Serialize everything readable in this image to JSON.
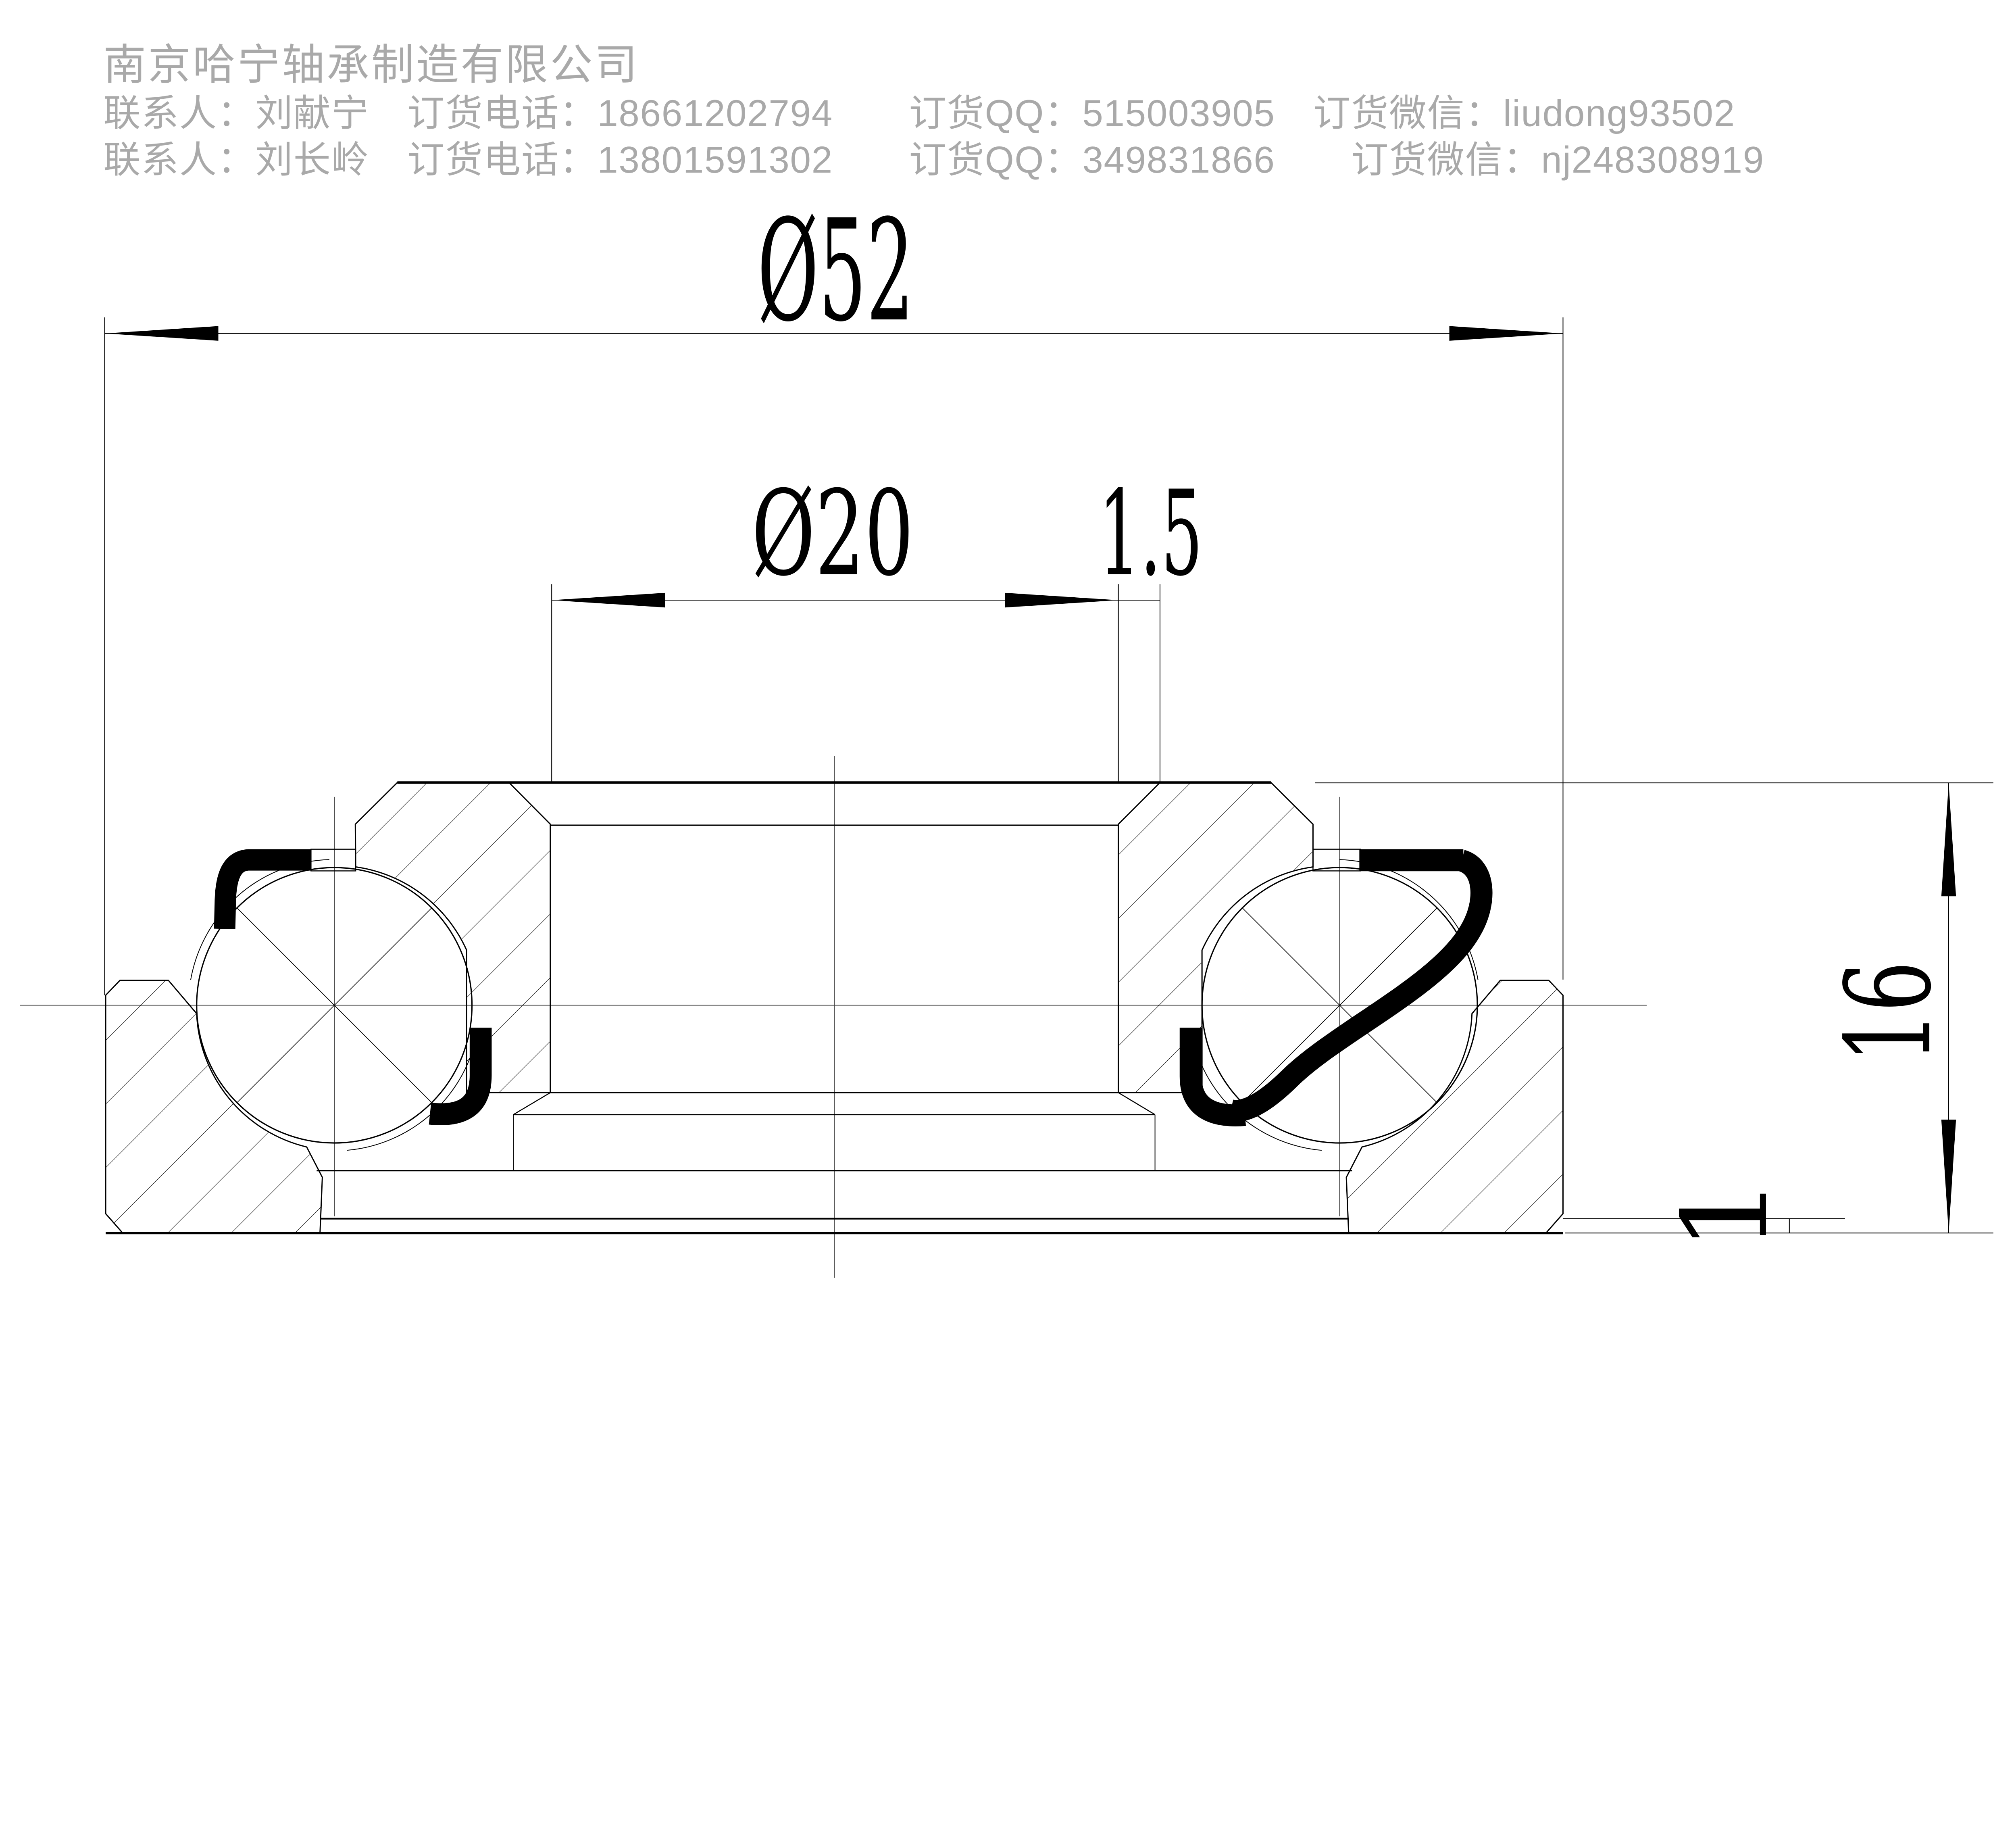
{
  "page": {
    "background": "#ffffff"
  },
  "header": {
    "company_name": "南京哈宁轴承制造有限公司",
    "contact_line_1": "联系人：刘献宁　订货电话：18661202794　　订货QQ：515003905　订货微信：liudong93502",
    "contact_line_2": "联系人：刘长岭　订货电话：13801591302　　订货QQ：349831866　　订货微信：nj248308919",
    "text_color": "#a9a9a9"
  },
  "drawing": {
    "dimensions": {
      "outer_diameter": "Ø52",
      "bore_diameter": "Ø20",
      "bore_chamfer_width": "1.5",
      "total_height": "16",
      "base_recess": "1"
    },
    "line_color": "#000000"
  }
}
